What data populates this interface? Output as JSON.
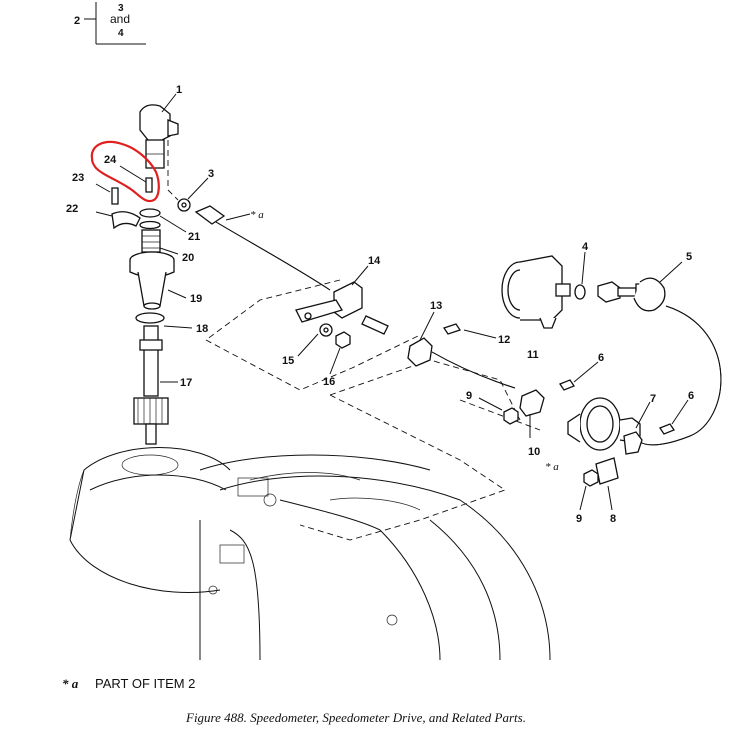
{
  "reference": {
    "left": "2",
    "top": "3",
    "middle": "and",
    "bottom": "4"
  },
  "callouts": {
    "c1": "1",
    "c2_note": "* a",
    "c3": "3",
    "c4": "4",
    "c5": "5",
    "c6a": "6",
    "c6b": "6",
    "c7": "7",
    "c8": "8",
    "c9a": "9",
    "c9b": "9",
    "c10": "10",
    "c11": "11",
    "c12": "12",
    "c13": "13",
    "c14": "14",
    "c15": "15",
    "c16": "16",
    "c17": "17",
    "c18": "18",
    "c19": "19",
    "c20": "20",
    "c21": "21",
    "c22": "22",
    "c23": "23",
    "c24": "24",
    "star_a_note": "* a"
  },
  "footnote": "PART OF ITEM 2",
  "footnote_marker": "* a",
  "caption": "Figure 488.  Speedometer, Speedometer Drive, and Related Parts.",
  "highlight_color": "#e02020"
}
